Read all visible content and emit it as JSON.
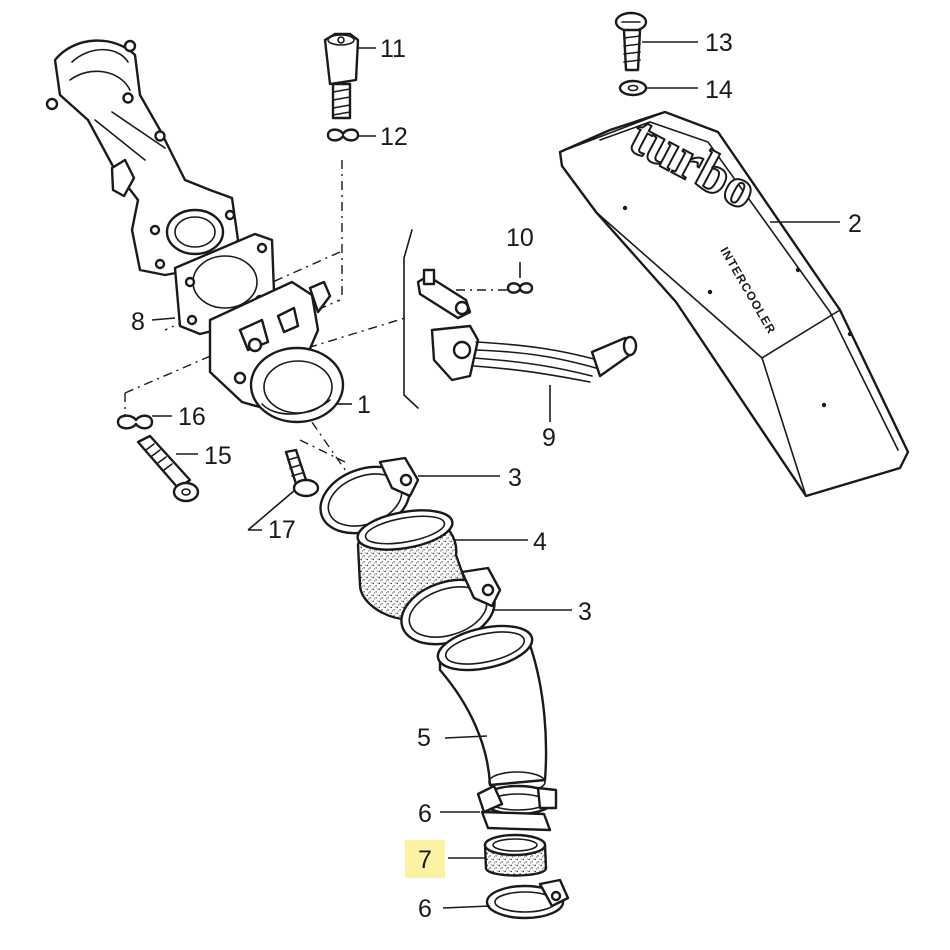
{
  "diagram": {
    "cover_text": {
      "brand": "turbo",
      "sub": "INTERCOOLER"
    },
    "highlight_color": "#fbf3a3",
    "line_color": "#1a1a1a",
    "callouts": [
      {
        "id": "c1",
        "label": "1"
      },
      {
        "id": "c2",
        "label": "2"
      },
      {
        "id": "c3a",
        "label": "3"
      },
      {
        "id": "c3b",
        "label": "3"
      },
      {
        "id": "c4",
        "label": "4"
      },
      {
        "id": "c5",
        "label": "5"
      },
      {
        "id": "c6a",
        "label": "6"
      },
      {
        "id": "c6b",
        "label": "6"
      },
      {
        "id": "c7",
        "label": "7",
        "highlighted": true
      },
      {
        "id": "c8",
        "label": "8"
      },
      {
        "id": "c9",
        "label": "9"
      },
      {
        "id": "c10",
        "label": "10"
      },
      {
        "id": "c11",
        "label": "11"
      },
      {
        "id": "c12",
        "label": "12"
      },
      {
        "id": "c13",
        "label": "13"
      },
      {
        "id": "c14",
        "label": "14"
      },
      {
        "id": "c15",
        "label": "15"
      },
      {
        "id": "c16",
        "label": "16"
      },
      {
        "id": "c17",
        "label": "17"
      }
    ]
  }
}
